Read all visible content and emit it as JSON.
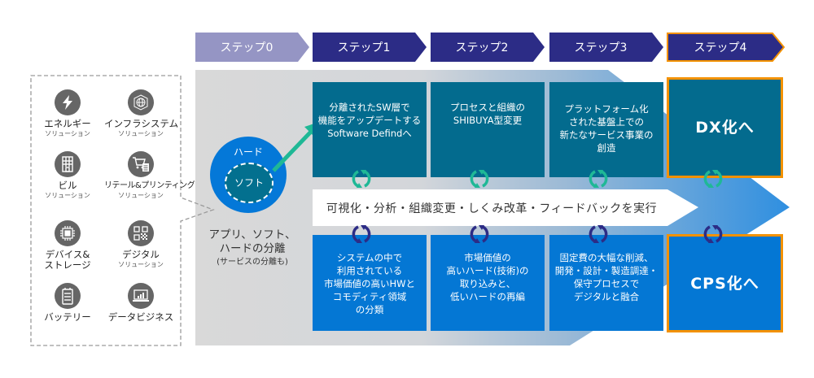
{
  "steps": [
    {
      "label": "ステップ0",
      "color": "#9595c4",
      "highlight": false
    },
    {
      "label": "ステップ1",
      "color": "#2c2c86",
      "highlight": false
    },
    {
      "label": "ステップ2",
      "color": "#2c2c86",
      "highlight": false
    },
    {
      "label": "ステップ3",
      "color": "#2c2c86",
      "highlight": false
    },
    {
      "label": "ステップ4",
      "color": "#2c2c86",
      "highlight": true
    }
  ],
  "colors": {
    "top_box": "#036b8e",
    "bottom_box": "#0477d4",
    "goal_border": "#f39100",
    "cycle_top": "#1fb896",
    "cycle_bottom": "#2c2c86",
    "icon_bg": "#666666"
  },
  "solutions": [
    {
      "icon": "lightning-icon",
      "title": "エネルギー",
      "subtitle": "ソリューション"
    },
    {
      "icon": "network-globe-icon",
      "title": "インフラシステム",
      "subtitle": "ソリューション"
    },
    {
      "icon": "building-icon",
      "title": "ビル",
      "subtitle": "ソリューション"
    },
    {
      "icon": "shopping-cart-icon",
      "title": "リテール&プリンティング",
      "subtitle": "ソリューション"
    },
    {
      "icon": "chip-icon",
      "title": "デバイス&",
      "title2": "ストレージ"
    },
    {
      "icon": "qr-code-icon",
      "title": "デジタル",
      "subtitle": "ソリューション"
    },
    {
      "icon": "battery-icon",
      "title": "バッテリー"
    },
    {
      "icon": "laptop-chart-icon",
      "title": "データビジネス"
    }
  ],
  "separation": {
    "hard_label": "ハード",
    "soft_label": "ソフト",
    "caption_line1": "アプリ、ソフト、",
    "caption_line2": "ハードの分離",
    "caption_note": "(サービスの分離も)"
  },
  "top_row": [
    {
      "lines": [
        "分離されたSW層で",
        "機能をアップデートする",
        "Software Defindへ"
      ]
    },
    {
      "lines": [
        "プロセスと組織の",
        "SHIBUYA型変更"
      ]
    },
    {
      "lines": [
        "プラットフォーム化",
        "された基盤上での",
        "新たなサービス事業の",
        "創造"
      ]
    },
    {
      "lines": [
        "DX化へ"
      ],
      "goal": true
    }
  ],
  "bottom_row": [
    {
      "lines": [
        "システムの中で",
        "利用されている",
        "市場価値の高いHWと",
        "コモディティ領域",
        "の分類"
      ]
    },
    {
      "lines": [
        "市場価値の",
        "高いハード(技術)の",
        "取り込みと、",
        "低いハードの再編"
      ]
    },
    {
      "lines": [
        "固定費の大幅な削減、",
        "開発・設計・製造調達・",
        "保守プロセスで",
        "デジタルと融合"
      ]
    },
    {
      "lines": [
        "CPS化へ"
      ],
      "goal": true
    }
  ],
  "band_text": "可視化・分析・組織変更・しくみ改革・フィードバックを実行"
}
